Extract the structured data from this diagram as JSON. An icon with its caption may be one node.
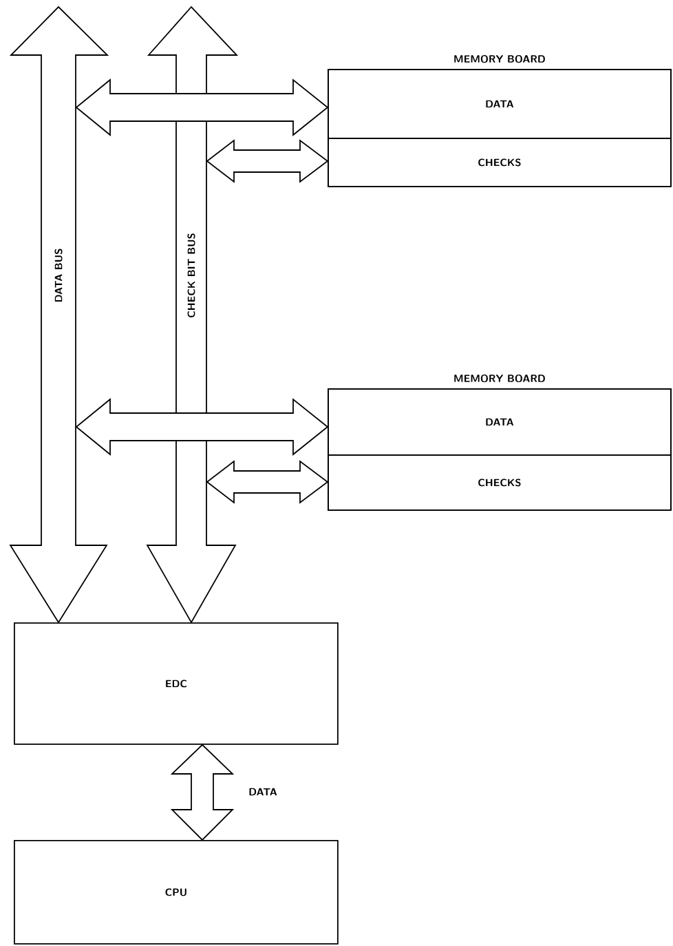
{
  "diagram": {
    "nodes": [
      {
        "text": [
          "DATA BUS"
        ]
      },
      {
        "text": [
          "CHECK BIT BUS"
        ]
      },
      {
        "text": [
          "MEMORY BOARD"
        ]
      },
      {
        "text": [
          "DATA"
        ],
        "in": 2
      },
      {
        "text": [
          "CHECKS"
        ],
        "in": 2
      },
      {
        "text": [
          "MEMORY BOARD"
        ]
      },
      {
        "text": [
          "DATA"
        ],
        "in": 5
      },
      {
        "text": [
          "CHECKS"
        ],
        "in": 5
      },
      {
        "text": [
          "EDC"
        ]
      },
      {
        "text": [
          "CPU"
        ]
      }
    ],
    "edges": [
      {
        "from": 0,
        "to": 3,
        "arrow": "both"
      },
      {
        "from": 1,
        "to": 4,
        "arrow": "both"
      },
      {
        "from": 0,
        "to": 6,
        "arrow": "both"
      },
      {
        "from": 1,
        "to": 7,
        "arrow": "both"
      },
      {
        "from": 8,
        "to": 9,
        "arrow": "both",
        "label": "DATA"
      },
      {
        "from": 0,
        "to": 8,
        "arrow": "to"
      },
      {
        "from": 1,
        "to": 8,
        "arrow": "to"
      }
    ]
  }
}
